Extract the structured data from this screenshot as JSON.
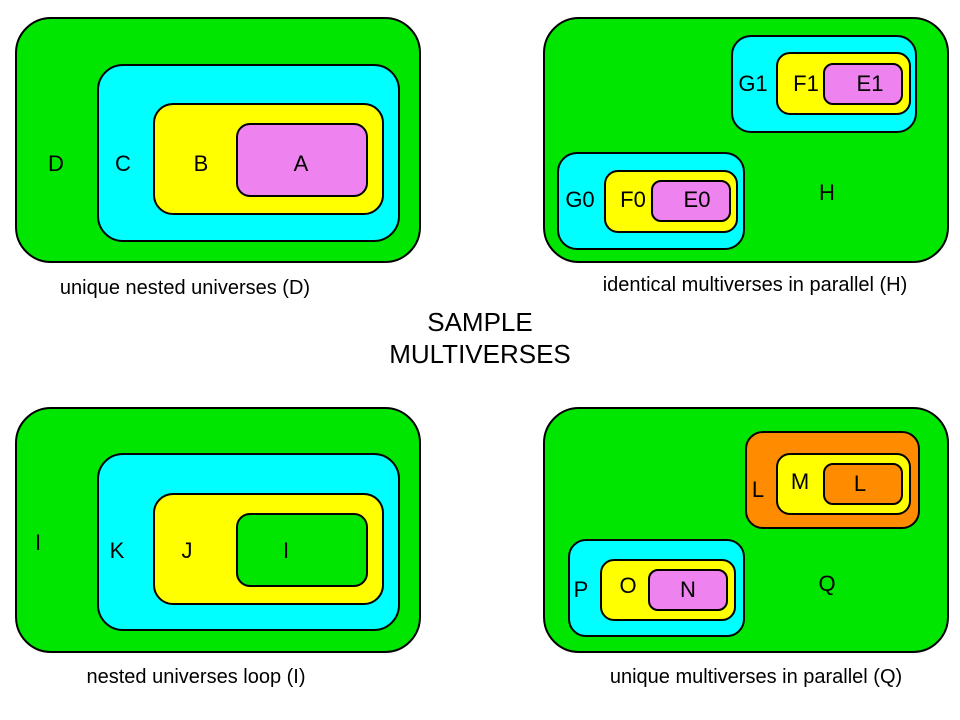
{
  "colors": {
    "green": "#00e600",
    "cyan": "#00ffff",
    "yellow": "#ffff00",
    "magenta": "#ee82ee",
    "orange": "#ff8c00"
  },
  "title": {
    "line1": "SAMPLE",
    "line2": "MULTIVERSES"
  },
  "panels": {
    "d": {
      "caption": "unique nested universes (D)",
      "labels": {
        "d": "D",
        "c": "C",
        "b": "B",
        "a": "A"
      }
    },
    "h": {
      "caption": "identical multiverses in parallel (H)",
      "labels": {
        "h": "H",
        "g1": "G1",
        "f1": "F1",
        "e1": "E1",
        "g0": "G0",
        "f0": "F0",
        "e0": "E0"
      }
    },
    "i": {
      "caption": "nested universes loop (I)",
      "labels": {
        "i_outer": "I",
        "k": "K",
        "j": "J",
        "i_inner": "I"
      }
    },
    "q": {
      "caption": "unique multiverses in parallel (Q)",
      "labels": {
        "q": "Q",
        "l_outer": "L",
        "m": "M",
        "l_inner": "L",
        "p": "P",
        "o": "O",
        "n": "N"
      }
    }
  }
}
